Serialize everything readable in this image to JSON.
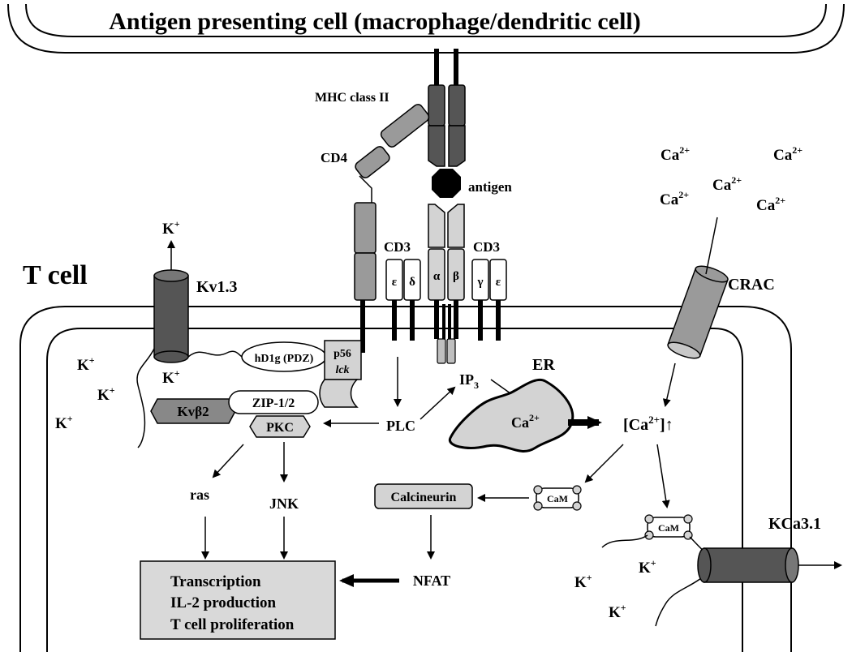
{
  "title": "Antigen presenting cell (macrophage/dendritic cell)",
  "t_cell_label": "T cell",
  "labels": {
    "mhc": "MHC class II",
    "cd4": "CD4",
    "antigen": "antigen",
    "cd3_left": "CD3",
    "cd3_right": "CD3",
    "epsilon_1": "ε",
    "delta": "δ",
    "alpha": "α",
    "beta": "β",
    "gamma": "γ",
    "epsilon_2": "ε",
    "kv13": "Kv1.3",
    "crac": "CRAC",
    "kca31": "KCa3.1",
    "hd1g": "hD1g (PDZ)",
    "p56": "p56",
    "lck": "lck",
    "kvb2": "Kvβ2",
    "zip": "ZIP-1/2",
    "pkc": "PKC",
    "plc": "PLC",
    "ip3_base": "IP",
    "ip3_sub": "3",
    "er": "ER",
    "ca_er_base": "Ca",
    "ca_er_sup": "2+",
    "ca_conc_open": "[Ca",
    "ca_conc_sup": "2+",
    "ca_conc_close": "]↑",
    "ras": "ras",
    "jnk": "JNK",
    "calcineurin": "Calcineurin",
    "cam_1": "CaM",
    "cam_2": "CaM",
    "nfat": "NFAT",
    "transcription": "Transcription",
    "il2": "IL-2 production",
    "proliferation": "T cell proliferation"
  },
  "ions": {
    "k_base": "K",
    "k_sup": "+",
    "ca_base": "Ca",
    "ca_sup": "2+"
  },
  "colors": {
    "dark": "#555555",
    "medium": "#9a9a9a",
    "light": "#d3d3d3",
    "box": "#d9d9d9",
    "line": "#000000"
  }
}
